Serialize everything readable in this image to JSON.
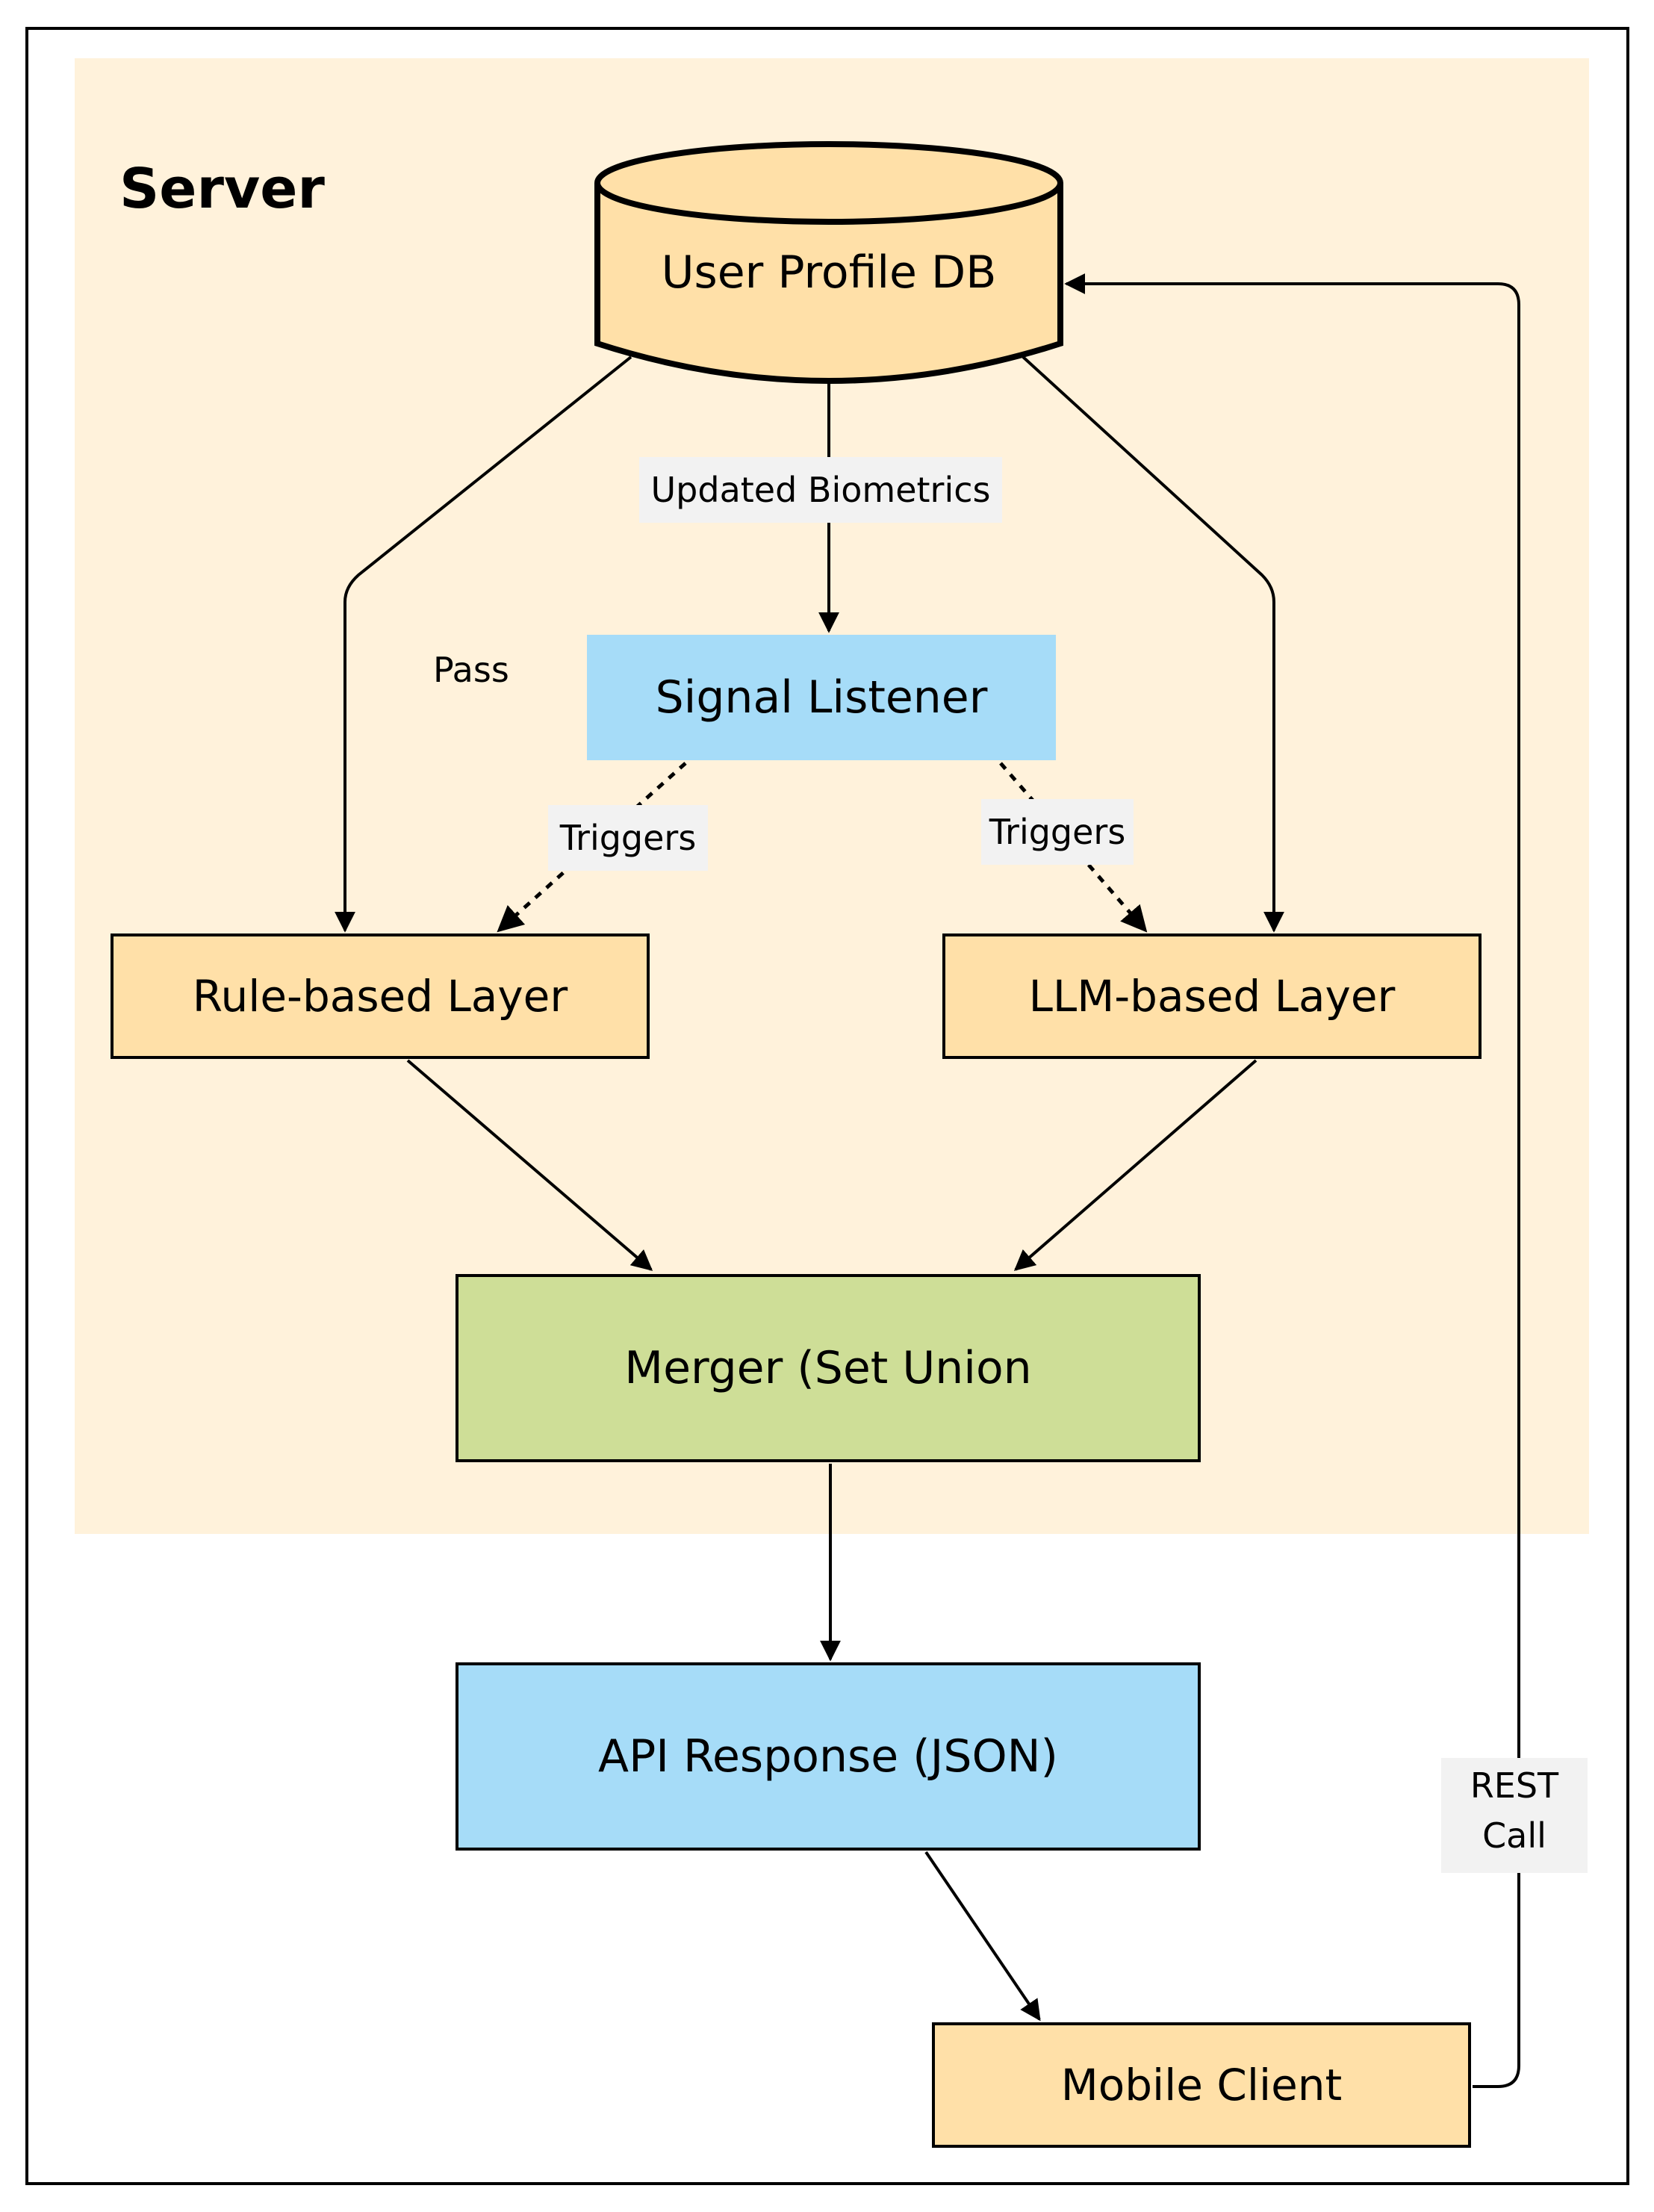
{
  "server": {
    "title": "Server"
  },
  "nodes": {
    "user_profile_db": "User Profile DB",
    "signal_listener": "Signal Listener",
    "rule_based_layer": "Rule-based Layer",
    "llm_based_layer": "LLM-based Layer",
    "merger": "Merger (Set Union",
    "api_response": "API Response (JSON)",
    "mobile_client": "Mobile Client"
  },
  "edges": {
    "updated_biometrics": "Updated Biometrics",
    "pass": "Pass",
    "triggers_left": "Triggers",
    "triggers_right": "Triggers",
    "rest_call_line1": "REST",
    "rest_call_line2": "Call"
  },
  "colors": {
    "server_bg": "#fff2db",
    "orange_node": "#ffe0a8",
    "blue_node": "#a6dcf8",
    "green_node": "#cede97",
    "label_bg": "#f2f2f2"
  }
}
